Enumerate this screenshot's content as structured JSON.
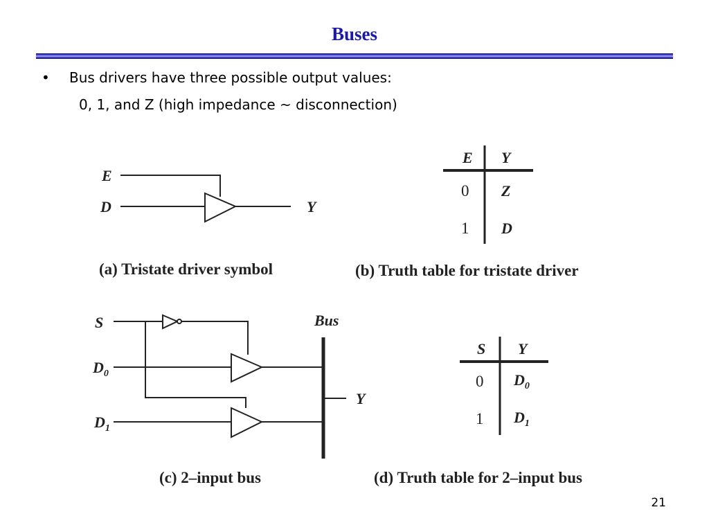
{
  "slide": {
    "title": "Buses",
    "bullet_symbol": "•",
    "bullet_line1": "Bus drivers have three possible output values:",
    "bullet_line2": "0, 1, and Z (high impedance ~ disconnection)",
    "page_number": "21"
  },
  "fig_a": {
    "caption": "(a)  Tristate driver symbol",
    "input_enable": "E",
    "input_data": "D",
    "output": "Y"
  },
  "fig_b": {
    "caption": "(b)  Truth table for tristate driver",
    "headers": [
      "E",
      "Y"
    ],
    "rows": [
      [
        "0",
        "Z"
      ],
      [
        "1",
        "D"
      ]
    ]
  },
  "fig_c": {
    "caption": "(c)  2–input bus",
    "select": "S",
    "d0": "D",
    "d0_sub": "0",
    "d1": "D",
    "d1_sub": "1",
    "bus_label": "Bus",
    "output": "Y"
  },
  "fig_d": {
    "caption": "(d)  Truth table for 2–input bus",
    "headers": [
      "S",
      "Y"
    ],
    "rows": [
      [
        "0",
        "D",
        "0"
      ],
      [
        "1",
        "D",
        "1"
      ]
    ]
  }
}
